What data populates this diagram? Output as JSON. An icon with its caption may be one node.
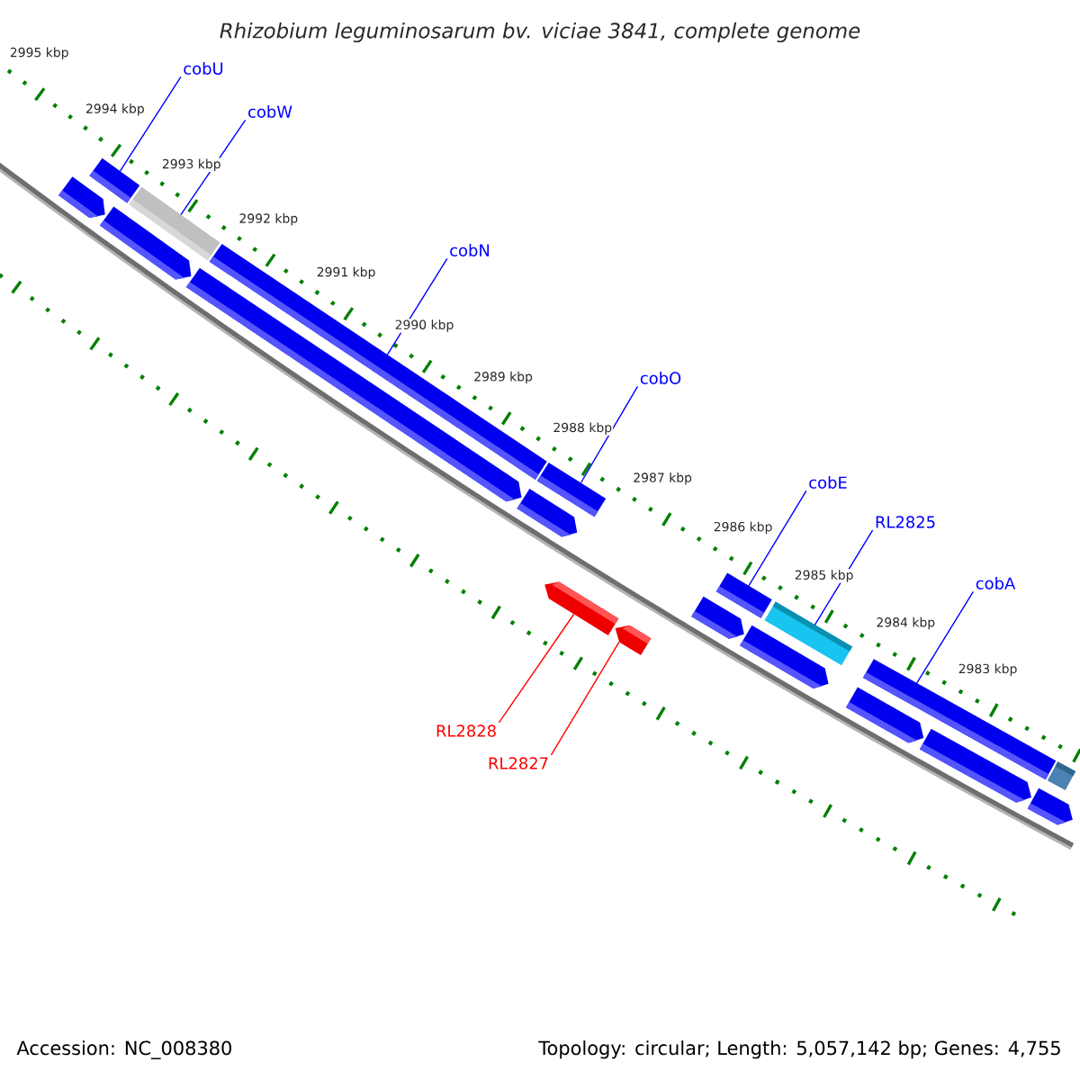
{
  "diagram": {
    "title": "Rhizobium leguminosarum bv. viciae 3841, complete genome",
    "nodes": [
      {
        "text": [
          "cobU"
        ]
      },
      {
        "text": [
          "cobW"
        ]
      },
      {
        "text": [
          "cobN"
        ]
      },
      {
        "text": [
          "cobO"
        ]
      },
      {
        "text": [
          "cobE"
        ]
      },
      {
        "text": [
          "RL2825"
        ]
      },
      {
        "text": [
          "cobA"
        ]
      },
      {
        "text": [
          "RL2828"
        ]
      },
      {
        "text": [
          "RL2827"
        ]
      },
      {
        "text": [],
        "shape": "bar"
      },
      {
        "text": [],
        "shape": "bar"
      },
      {
        "text": [],
        "shape": "bar"
      },
      {
        "text": [],
        "shape": "bar"
      },
      {
        "text": [],
        "shape": "bar"
      },
      {
        "text": [],
        "shape": "bar"
      },
      {
        "text": [],
        "shape": "bar"
      },
      {
        "text": [],
        "shape": "bar"
      },
      {
        "text": [],
        "shape": "bar"
      },
      {
        "text": [],
        "shape": "bar"
      },
      {
        "text": [],
        "shape": "bar"
      },
      {
        "text": [],
        "shape": "bar"
      },
      {
        "text": [],
        "shape": "bar"
      },
      {
        "text": [],
        "shape": "bar"
      },
      {
        "text": [],
        "shape": "bar"
      },
      {
        "text": [],
        "shape": "bar"
      },
      {
        "text": [],
        "shape": "bar"
      },
      {
        "text": [],
        "shape": "bar"
      },
      {
        "text": [],
        "shape": "bar"
      }
    ],
    "edges": [
      {
        "from": 0,
        "to": 9,
        "arrow": "none"
      },
      {
        "from": 1,
        "to": 10,
        "arrow": "none"
      },
      {
        "from": 2,
        "to": 11,
        "arrow": "none"
      },
      {
        "from": 3,
        "to": 12,
        "arrow": "none"
      },
      {
        "from": 4,
        "to": 13,
        "arrow": "none"
      },
      {
        "from": 5,
        "to": 14,
        "arrow": "none"
      },
      {
        "from": 6,
        "to": 15,
        "arrow": "none"
      },
      {
        "from": 7,
        "to": 26,
        "arrow": "none",
        "color": "#ff0000"
      },
      {
        "from": 8,
        "to": 27,
        "arrow": "none",
        "color": "#ff0000"
      }
    ],
    "labels": [
      "2995 kbp",
      "2994 kbp",
      "2993 kbp",
      "2992 kbp",
      "2991 kbp",
      "2990 kbp",
      "2989 kbp",
      "2988 kbp",
      "2987 kbp",
      "2986 kbp",
      "2985 kbp",
      "2984 kbp",
      "2983 kbp",
      "Accession: NC_008380",
      "Topology: circular; Length: 5,057,142 bp; Genes: 4,755"
    ]
  }
}
